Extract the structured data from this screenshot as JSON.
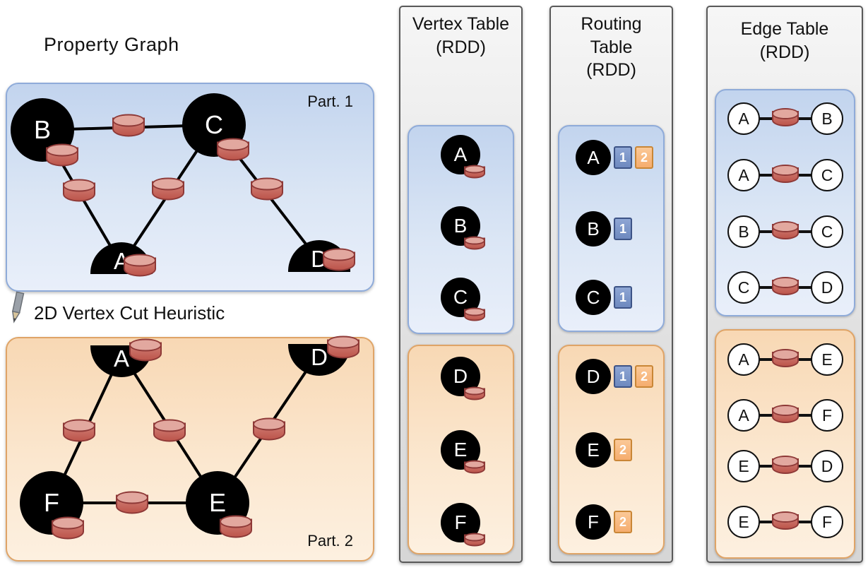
{
  "property_graph": {
    "title": "Property Graph",
    "cut_heuristic_label": "2D Vertex Cut Heuristic",
    "part1": {
      "label": "Part. 1",
      "vertices": [
        "B",
        "C",
        "A",
        "D"
      ],
      "edges": [
        [
          "B",
          "C"
        ],
        [
          "B",
          "A"
        ],
        [
          "C",
          "A"
        ],
        [
          "C",
          "D"
        ]
      ]
    },
    "part2": {
      "label": "Part. 2",
      "vertices": [
        "A",
        "D",
        "F",
        "E"
      ],
      "edges": [
        [
          "A",
          "F"
        ],
        [
          "A",
          "E"
        ],
        [
          "F",
          "E"
        ],
        [
          "E",
          "D"
        ]
      ]
    }
  },
  "vertex_table": {
    "title_lines": [
      "Vertex Table",
      "(RDD)"
    ],
    "part1": [
      "A",
      "B",
      "C"
    ],
    "part2": [
      "D",
      "E",
      "F"
    ]
  },
  "routing_table": {
    "title_lines": [
      "Routing",
      "Table",
      "(RDD)"
    ],
    "part1": [
      {
        "vertex": "A",
        "badges": [
          {
            "label": "1",
            "color": "blue"
          },
          {
            "label": "2",
            "color": "orange"
          }
        ]
      },
      {
        "vertex": "B",
        "badges": [
          {
            "label": "1",
            "color": "blue"
          }
        ]
      },
      {
        "vertex": "C",
        "badges": [
          {
            "label": "1",
            "color": "blue"
          }
        ]
      }
    ],
    "part2": [
      {
        "vertex": "D",
        "badges": [
          {
            "label": "1",
            "color": "blue"
          },
          {
            "label": "2",
            "color": "orange"
          }
        ]
      },
      {
        "vertex": "E",
        "badges": [
          {
            "label": "2",
            "color": "orange"
          }
        ]
      },
      {
        "vertex": "F",
        "badges": [
          {
            "label": "2",
            "color": "orange"
          }
        ]
      }
    ]
  },
  "edge_table": {
    "title_lines": [
      "Edge Table",
      "(RDD)"
    ],
    "part1": [
      {
        "from": "A",
        "to": "B"
      },
      {
        "from": "A",
        "to": "C"
      },
      {
        "from": "B",
        "to": "C"
      },
      {
        "from": "C",
        "to": "D"
      }
    ],
    "part2": [
      {
        "from": "A",
        "to": "E"
      },
      {
        "from": "A",
        "to": "F"
      },
      {
        "from": "E",
        "to": "D"
      },
      {
        "from": "E",
        "to": "F"
      }
    ]
  },
  "colors": {
    "partition1_fill": "#cfdef4",
    "partition1_border": "#8fabd9",
    "partition2_fill": "#fbe3c9",
    "partition2_border": "#dfa467",
    "cylinder_fill": "#c9655c",
    "cylinder_top": "#e2a89f",
    "cylinder_border": "#8e3937",
    "badge_blue": "#7690c5",
    "badge_orange": "#f9c08c",
    "panel_fill": "#e8e8e8",
    "vertex_fill": "#000000"
  }
}
